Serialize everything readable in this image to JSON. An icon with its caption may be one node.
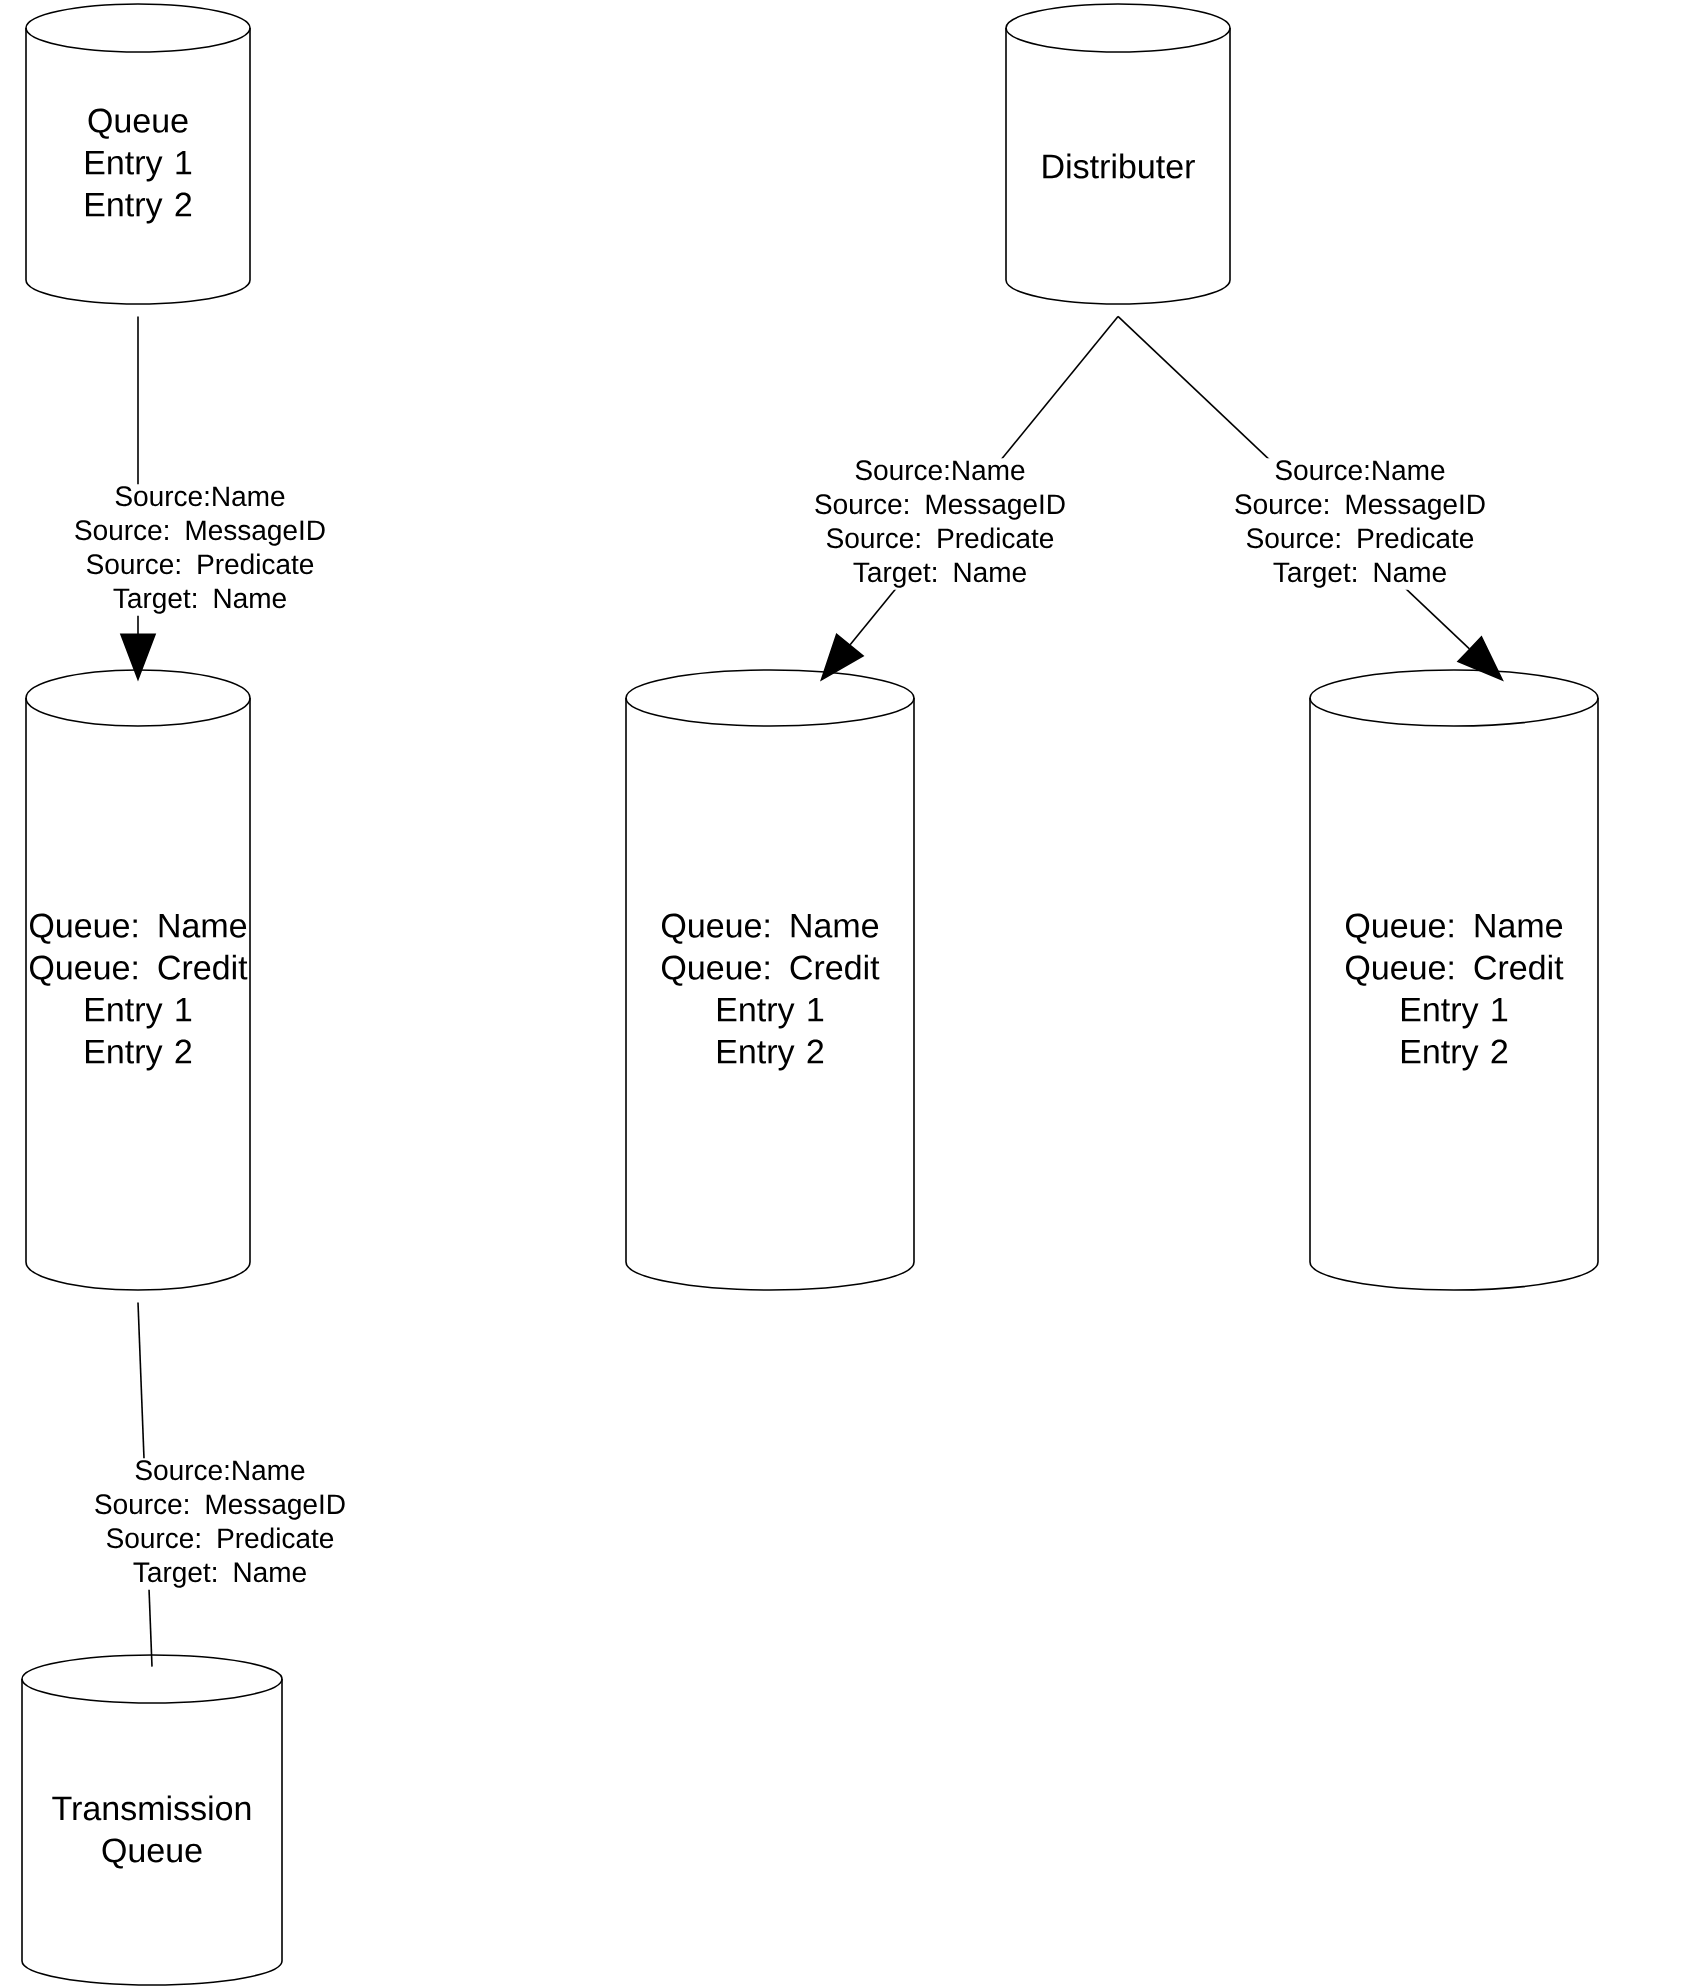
{
  "diagram": {
    "nodes": [
      {
        "text": [
          "Queue",
          "Entry 1",
          "Entry 2"
        ]
      },
      {
        "text": [
          "Distributer"
        ]
      },
      {
        "text": [
          "Queue: Name",
          "Queue: Credit",
          "Entry 1",
          "Entry 2"
        ]
      },
      {
        "text": [
          "Queue: Name",
          "Queue: Credit",
          "Entry 1",
          "Entry 2"
        ]
      },
      {
        "text": [
          "Queue: Name",
          "Queue: Credit",
          "Entry 1",
          "Entry 2"
        ]
      },
      {
        "text": [
          "Transmission Queue"
        ]
      }
    ],
    "edges": [
      {
        "from": 0,
        "to": 2,
        "arrow": "to",
        "label": "Source:Name Source: MessageID Source: Predicate Target: Name"
      },
      {
        "from": 1,
        "to": 3,
        "arrow": "to",
        "label": "Source:Name Source: MessageID Source: Predicate Target: Name"
      },
      {
        "from": 1,
        "to": 4,
        "arrow": "to",
        "label": "Source:Name Source: MessageID Source: Predicate Target: Name"
      },
      {
        "from": 2,
        "to": 5,
        "arrow": "none",
        "label": "Source:Name Source: MessageID Source: Predicate Target: Name"
      }
    ]
  }
}
